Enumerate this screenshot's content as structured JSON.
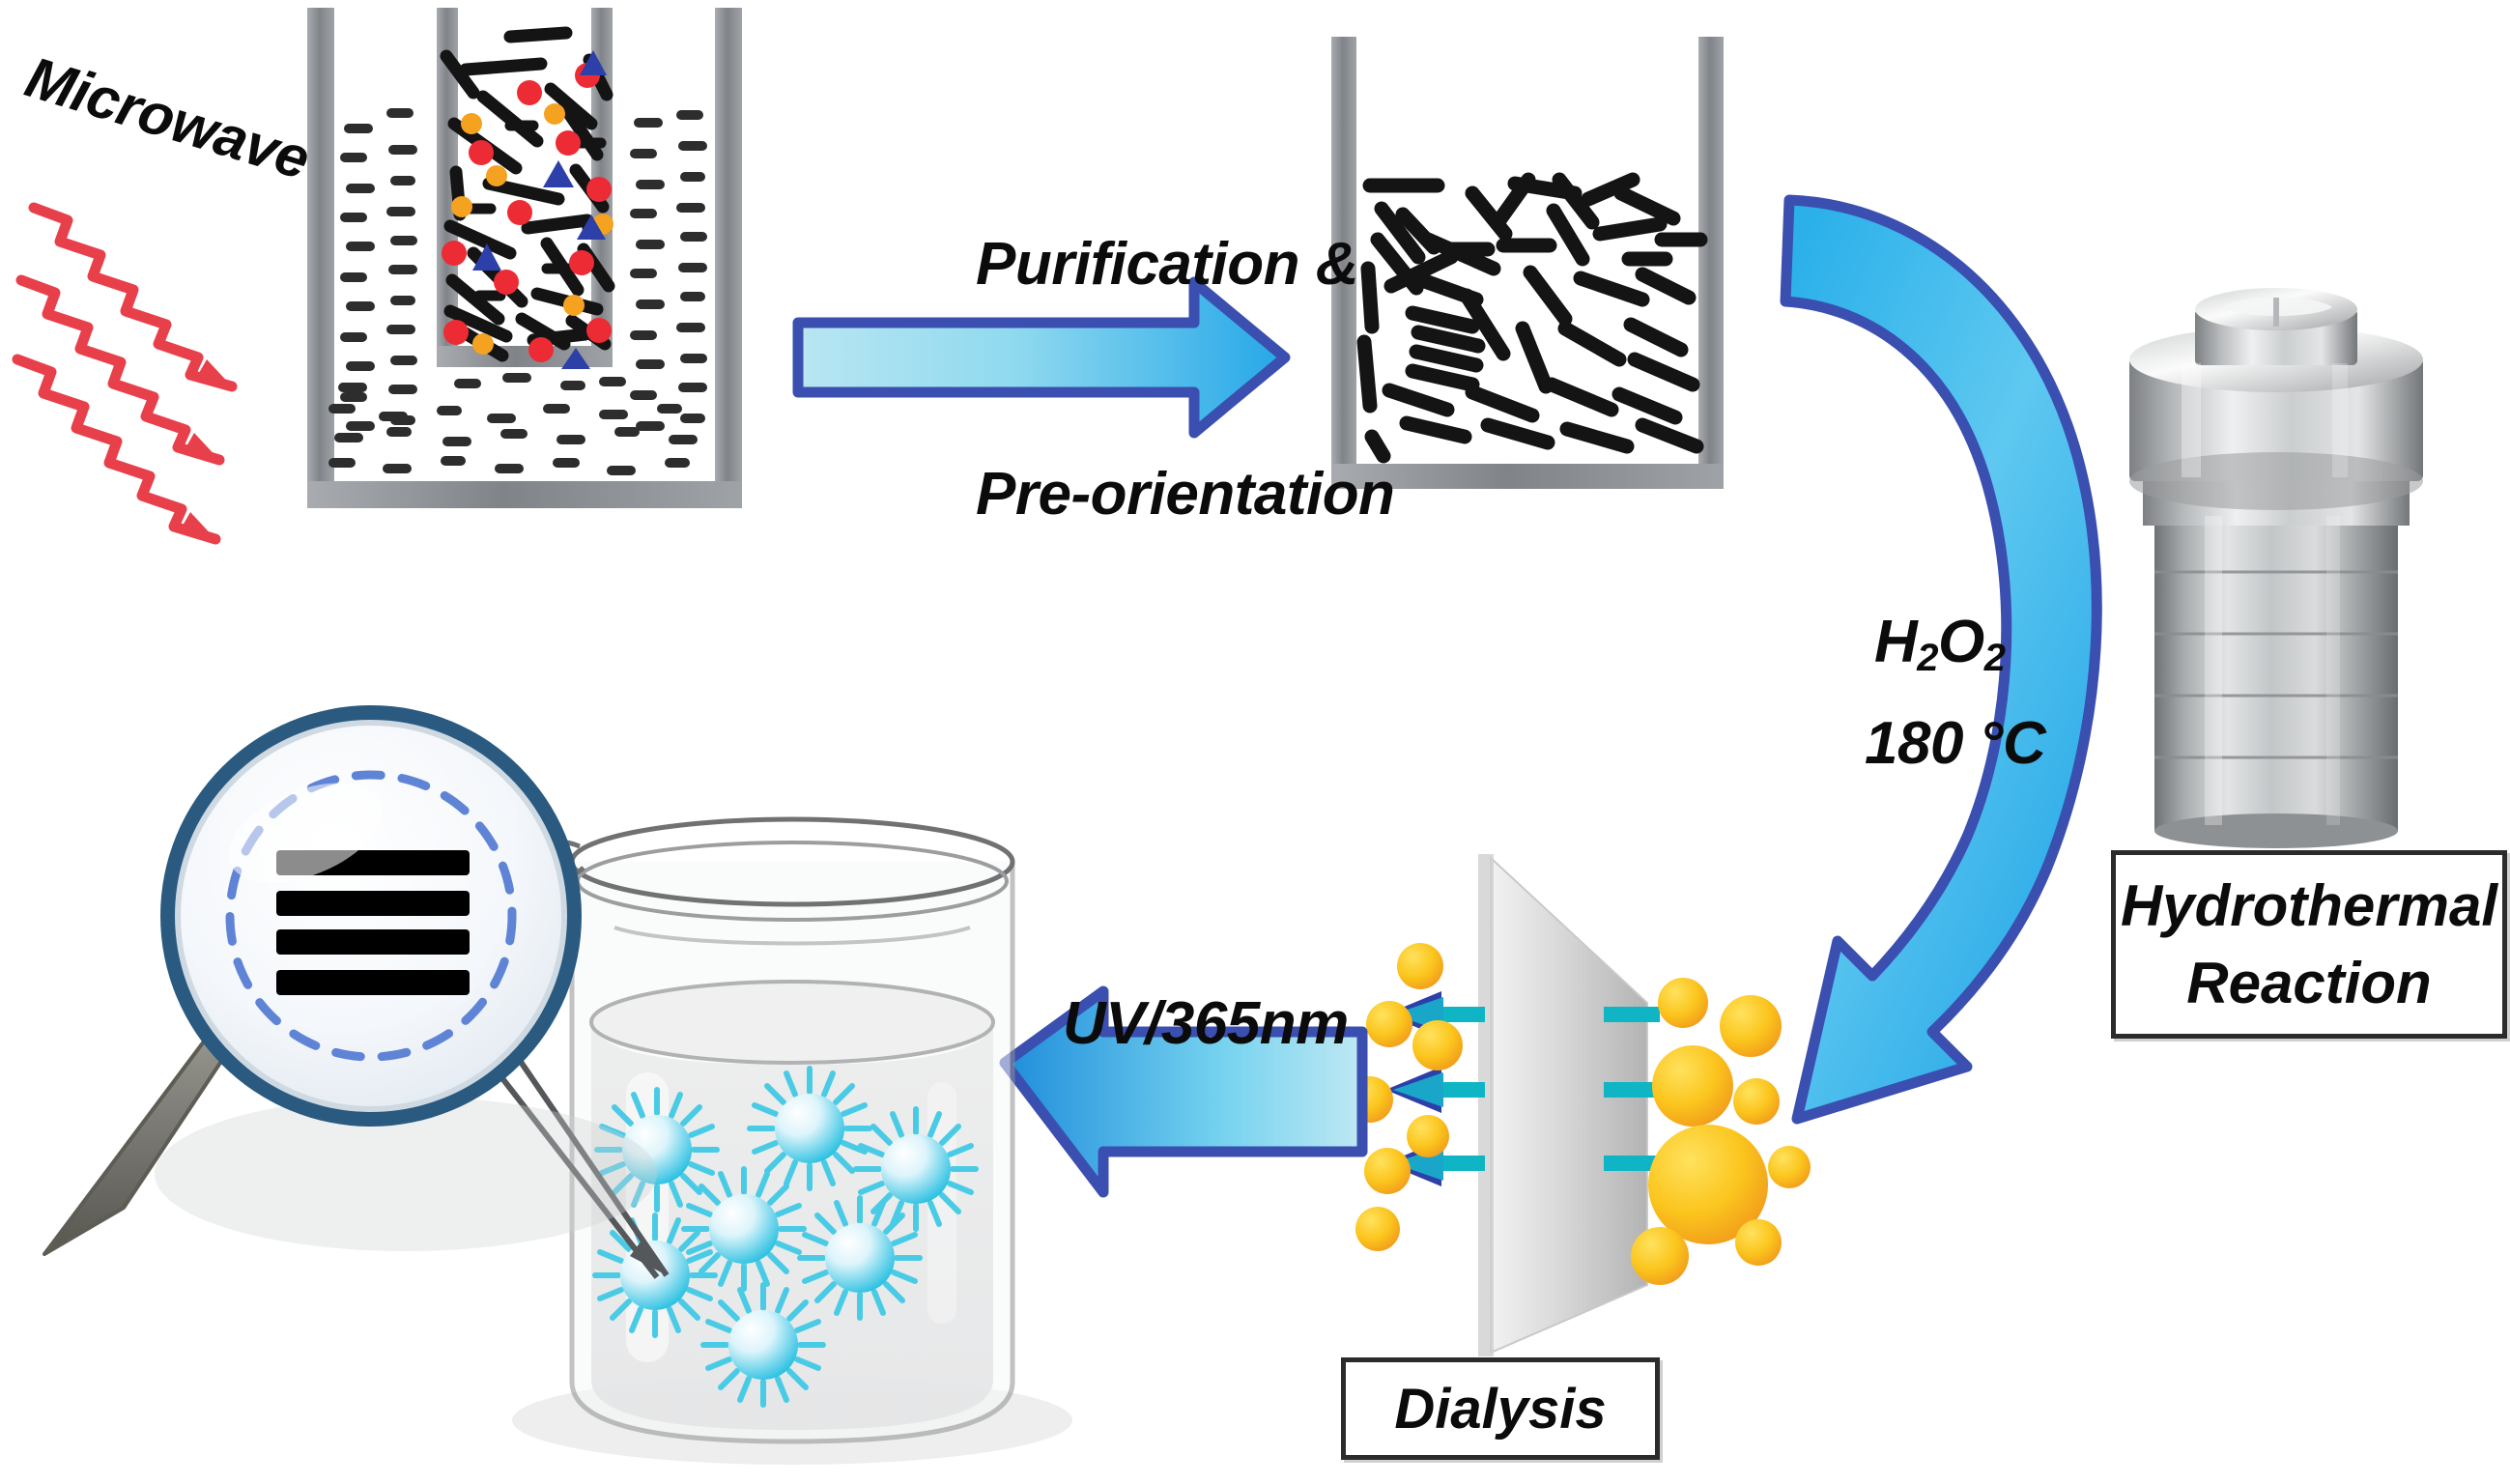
{
  "figure": {
    "title": "Microwave-assisted hydrothermal synthesis of fluorescent carbon dots",
    "background_color": "#ffffff"
  },
  "labels": {
    "microwave": "Microwave",
    "purification_line1": "Purification &",
    "purification_line2": "Pre-orientation",
    "h2o2_formula": "H",
    "h2o2_sub1": "2",
    "h2o2_o": "O",
    "h2o2_sub2": "2",
    "temperature": "180 °C",
    "hydrothermal_line1": "Hydrothermal",
    "hydrothermal_line2": "Reaction",
    "dialysis": "Dialysis",
    "uv": "UV/365nm"
  },
  "colors": {
    "microwave_ray": "#e8404a",
    "arrow_outline": "#3b4fb0",
    "arrow_fill_light": "#a9e2ef",
    "arrow_fill_dark": "#29a9e4",
    "curved_arrow_fill": "#29a9e4",
    "vessel_wall": "#8d9196",
    "rod_black": "#141414",
    "dot_red": "#ed2b35",
    "dot_orange": "#f6a221",
    "triangle_blue": "#2d3fa8",
    "dialysis_dot": "#fbc51d",
    "dialysis_dot_edge": "#f2971d",
    "membrane_grey_light": "#e4e4e4",
    "membrane_grey_dark": "#b9b9b9",
    "teal_arrow": "#0fb5c4",
    "navy_arrowhead": "#2d3fa8",
    "particle_cyan": "#2fc3e3",
    "lens_rim": "#2a5a80",
    "lens_dashed": "#5f84d6",
    "graphene_layer": "#000000",
    "autoclave_steel": "#b0b2b4",
    "beaker_glass": "#9a9a9a"
  },
  "stages": [
    {
      "id": "microwave-reactor",
      "name": "Microwave reactor vessel with nanotubes"
    },
    {
      "id": "purification-arrow",
      "name": "Purification and pre-orientation arrow"
    },
    {
      "id": "oriented-beaker",
      "name": "Beaker with pre-oriented nanotubes"
    },
    {
      "id": "curved-arrow",
      "name": "Curved arrow to hydrothermal reactor"
    },
    {
      "id": "autoclave",
      "name": "Stainless steel hydrothermal autoclave"
    },
    {
      "id": "dialysis",
      "name": "Dialysis membrane separation"
    },
    {
      "id": "uv-arrow",
      "name": "UV 365 nm illumination arrow"
    },
    {
      "id": "product-beaker",
      "name": "Beaker of fluorescent carbon dots"
    },
    {
      "id": "magnifier",
      "name": "Magnifier showing graphitic layers"
    }
  ],
  "magnifier": {
    "layer_count": 4
  },
  "dialysis_panel": {
    "teal_arrow_count": 3,
    "membrane_bar_count": 3
  }
}
